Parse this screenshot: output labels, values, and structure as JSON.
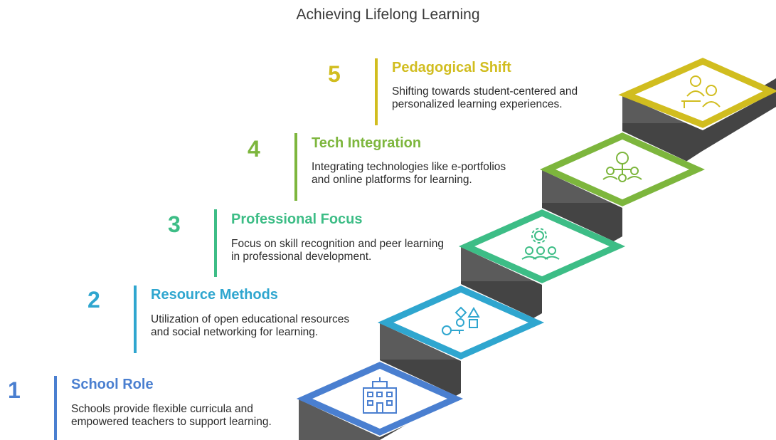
{
  "title": "Achieving Lifelong Learning",
  "steps": [
    {
      "number": "1",
      "heading": "School Role",
      "description": "Schools provide flexible curricula and empowered teachers to support learning.",
      "color": "#4a7fd0",
      "icon": "school-building-icon"
    },
    {
      "number": "2",
      "heading": "Resource Methods",
      "description": "Utilization of open educational resources and social networking for learning.",
      "color": "#2fa6cf",
      "icon": "resources-shapes-icon"
    },
    {
      "number": "3",
      "heading": "Professional Focus",
      "description": "Focus on skill recognition and peer learning in professional development.",
      "color": "#3dbd86",
      "icon": "peer-gear-icon"
    },
    {
      "number": "4",
      "heading": "Tech Integration",
      "description": "Integrating technologies like e-portfolios and online platforms for learning.",
      "color": "#7db63d",
      "icon": "network-people-icon"
    },
    {
      "number": "5",
      "heading": "Pedagogical Shift",
      "description": "Shifting towards student-centered and personalized learning experiences.",
      "color": "#d1bd1f",
      "icon": "teacher-student-icon"
    }
  ]
}
